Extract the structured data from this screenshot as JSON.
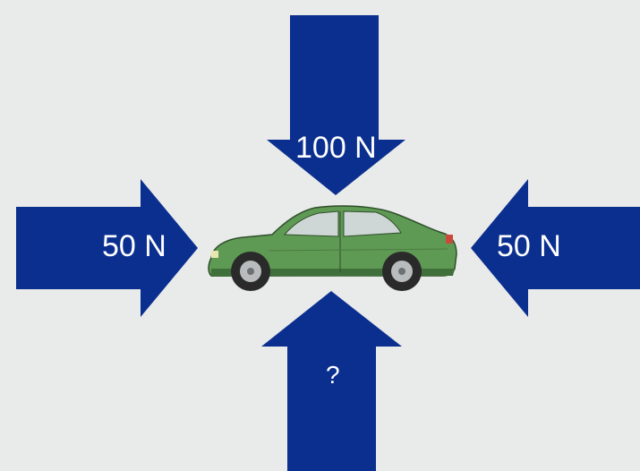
{
  "forces": {
    "top": "100 N",
    "left": "50 N",
    "right": "50 N",
    "bottom": "?"
  },
  "colors": {
    "background": "#e9eaea",
    "arrow": "#0b2f8f",
    "car_body": "#5f9a54",
    "car_dark": "#3f6f3a",
    "window": "#cfd7d6",
    "tire": "#2a2a2a",
    "rim": "#b8bcbd"
  },
  "icons": [
    "force-arrow-down",
    "force-arrow-right",
    "force-arrow-left",
    "force-arrow-up",
    "car-icon"
  ]
}
